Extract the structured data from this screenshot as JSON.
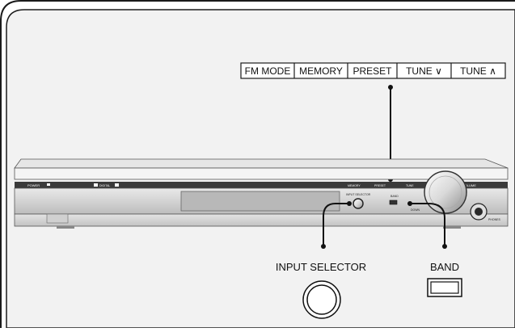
{
  "buttons_bar": {
    "labels": [
      "FM MODE",
      "MEMORY",
      "PRESET",
      "TUNE ∨",
      "TUNE ∧"
    ]
  },
  "device": {
    "small_labels": {
      "power": "POWER",
      "digital": "DIGITAL",
      "preset": "PRESET",
      "memory": "MEMORY",
      "tune": "TUNE",
      "input_selector": "INPUT SELECTOR",
      "band": "BAND",
      "down": "DOWN",
      "volume": "VOLUME",
      "phones": "PHONES"
    }
  },
  "callouts": {
    "input_selector": "INPUT SELECTOR",
    "band": "BAND"
  },
  "colors": {
    "frame": "#1a1a1a",
    "panel": "#f2f2f2",
    "device_body": "#d8d8d8",
    "device_dark": "#3a3a3a"
  }
}
